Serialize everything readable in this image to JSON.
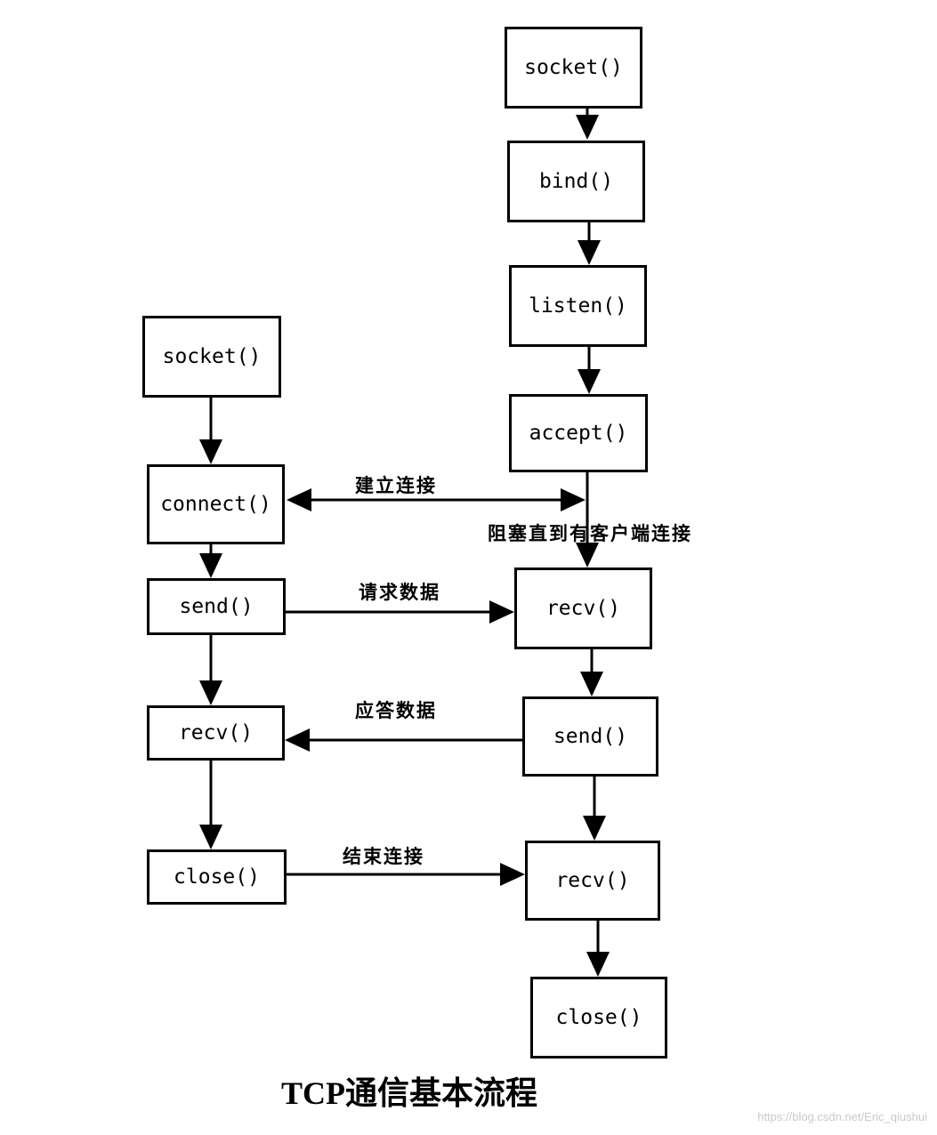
{
  "title": "TCP通信基本流程",
  "watermark": "https://blog.csdn.net/Eric_qiushui",
  "client": {
    "socket": "socket()",
    "connect": "connect()",
    "send": "send()",
    "recv": "recv()",
    "close": "close()"
  },
  "server": {
    "socket": "socket()",
    "bind": "bind()",
    "listen": "listen()",
    "accept": "accept()",
    "recv_request": "recv()",
    "send": "send()",
    "recv_finish": "recv()",
    "close": "close()"
  },
  "labels": {
    "establish": "建立连接",
    "block": "阻塞直到有客户端连接",
    "request": "请求数据",
    "response": "应答数据",
    "finish": "结束连接"
  },
  "colors": {
    "stroke": "#000000",
    "background": "#ffffff",
    "watermark": "#c9c9c9"
  }
}
